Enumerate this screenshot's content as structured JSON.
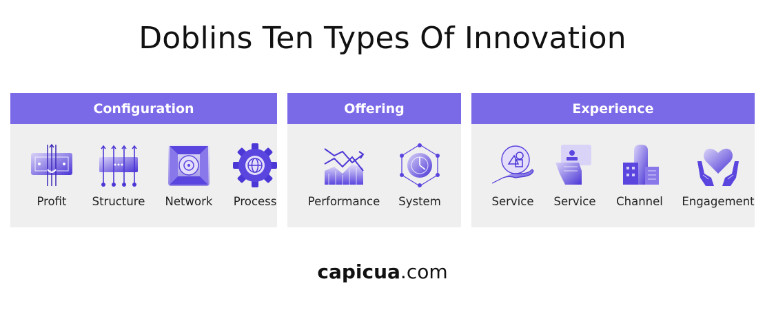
{
  "title": "Doblins Ten Types Of Innovation",
  "colors": {
    "header": "#7b6ae8",
    "panel": "#efefef",
    "icon_dark": "#5a45de",
    "icon_light": "#c9c2f5"
  },
  "groups": [
    {
      "name": "Configuration",
      "items": [
        {
          "label": "Profit",
          "icon": "profit-icon"
        },
        {
          "label": "Structure",
          "icon": "structure-icon"
        },
        {
          "label": "Network",
          "icon": "network-icon"
        },
        {
          "label": "Process",
          "icon": "process-gear-icon"
        }
      ]
    },
    {
      "name": "Offering",
      "items": [
        {
          "label": "Performance",
          "icon": "performance-chart-icon"
        },
        {
          "label": "System",
          "icon": "system-icon"
        }
      ]
    },
    {
      "name": "Experience",
      "items": [
        {
          "label": "Service",
          "icon": "service-hand-icon"
        },
        {
          "label": "Service",
          "icon": "service-card-icon"
        },
        {
          "label": "Channel",
          "icon": "channel-icon"
        },
        {
          "label": "Engagement",
          "icon": "engagement-heart-icon"
        }
      ]
    }
  ],
  "footer": {
    "brand": "capicua",
    "suffix": ".com"
  }
}
